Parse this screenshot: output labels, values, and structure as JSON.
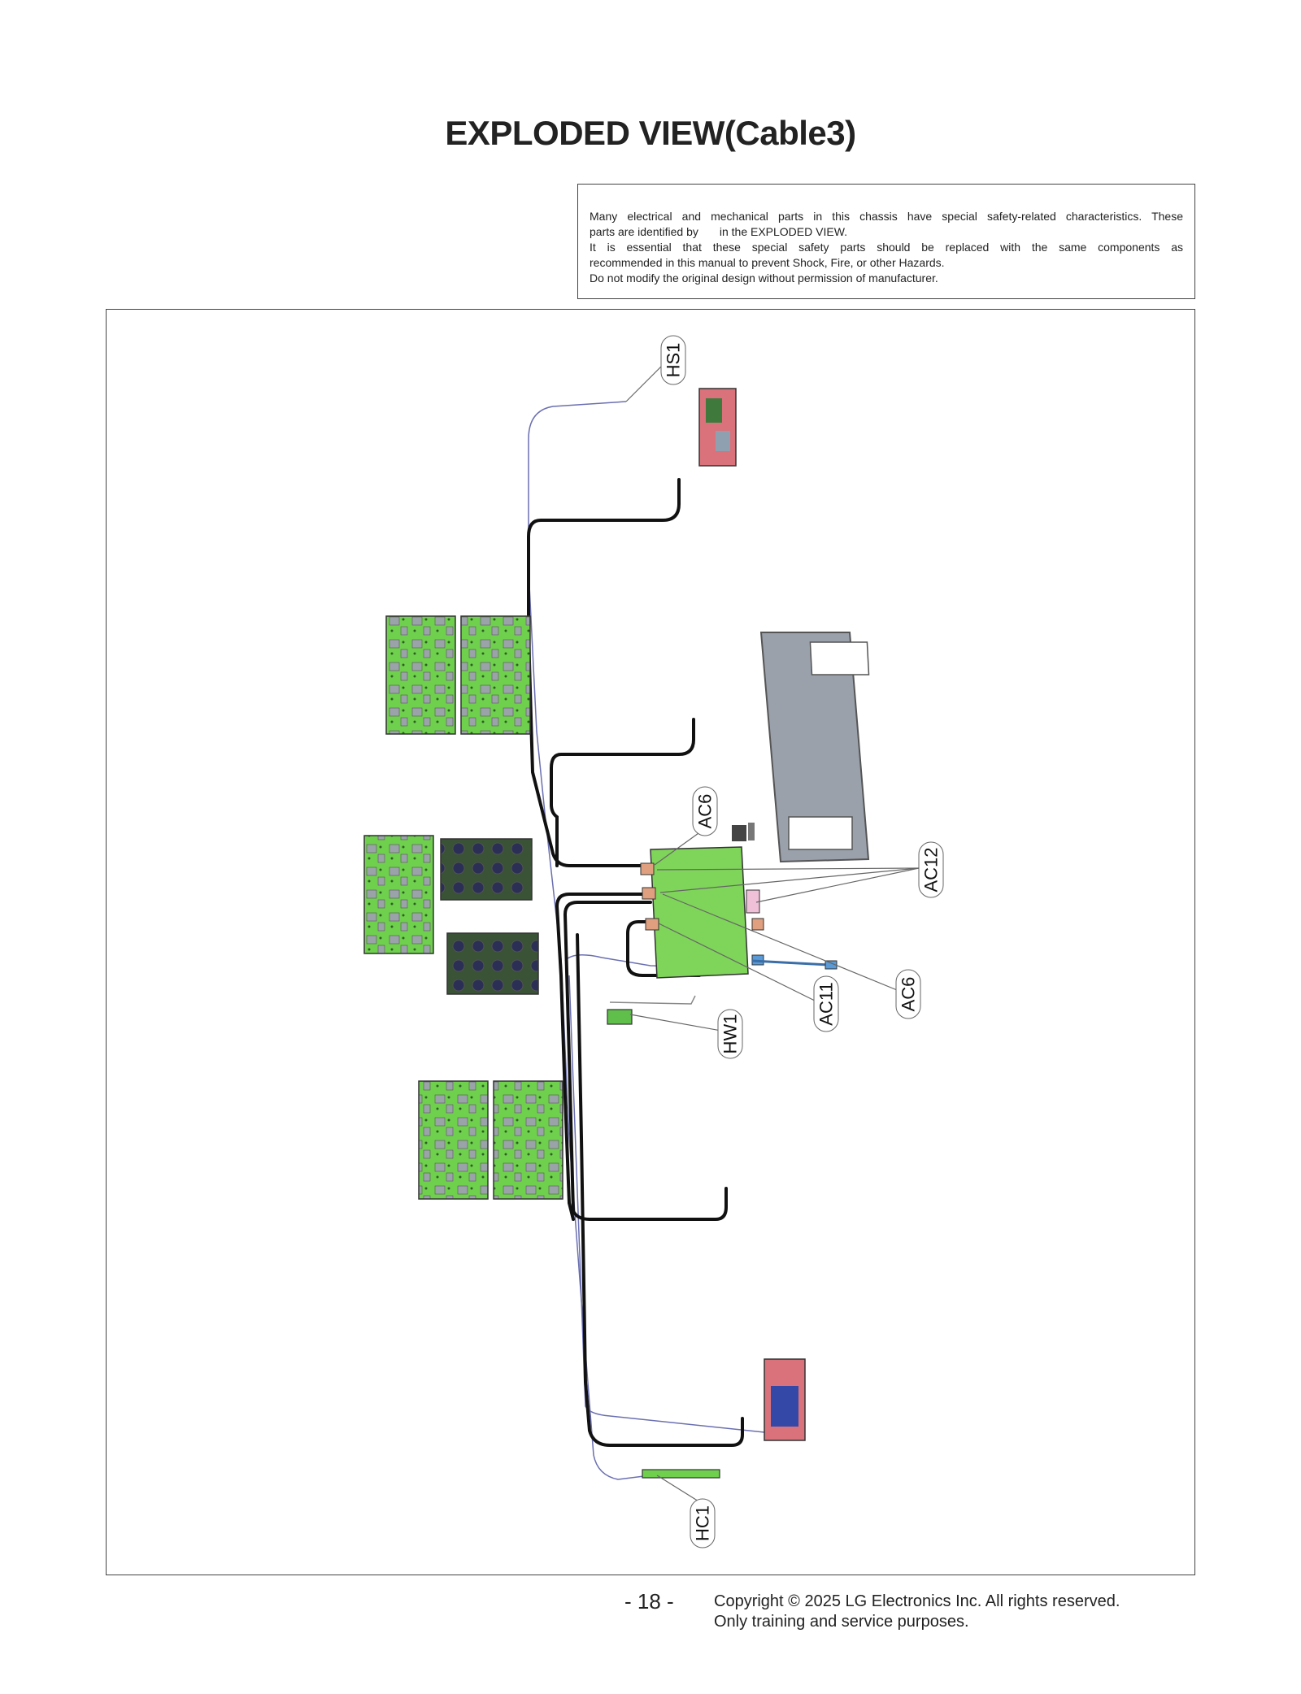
{
  "page": {
    "title": "EXPLODED VIEW(Cable3)",
    "page_number": "- 18 -",
    "copyright_line1": "Copyright © 2025 LG Electronics Inc. All rights reserved.",
    "copyright_line2": "Only training and service purposes."
  },
  "notice": {
    "line1": "Many electrical and mechanical parts in this chassis have special safety-related characteristics. These",
    "line2_a": "parts are identified by",
    "line2_b": "in the EXPLODED VIEW.",
    "line3": "It is essential that these special safety parts should be replaced with the same components as",
    "line4": "recommended in this manual to prevent Shock, Fire, or other Hazards.",
    "line5": "Do not modify the original design without permission of manufacturer."
  },
  "callouts": {
    "hs1": "HS1",
    "ac6_top": "AC6",
    "ac12": "AC12",
    "ac6_right": "AC6",
    "ac11": "AC11",
    "hw1": "HW1",
    "hc1": "HC1"
  },
  "colors": {
    "pcb_green": "#6fd04e",
    "pcb_dark": "#2f4a2e",
    "chip_gray": "#9aa3a8",
    "cable_black": "#111111",
    "bracket_gray": "#9aa1ab",
    "board_red": "#d9727a",
    "board_blue": "#3448a8",
    "wire_blue": "#5a63b8"
  }
}
